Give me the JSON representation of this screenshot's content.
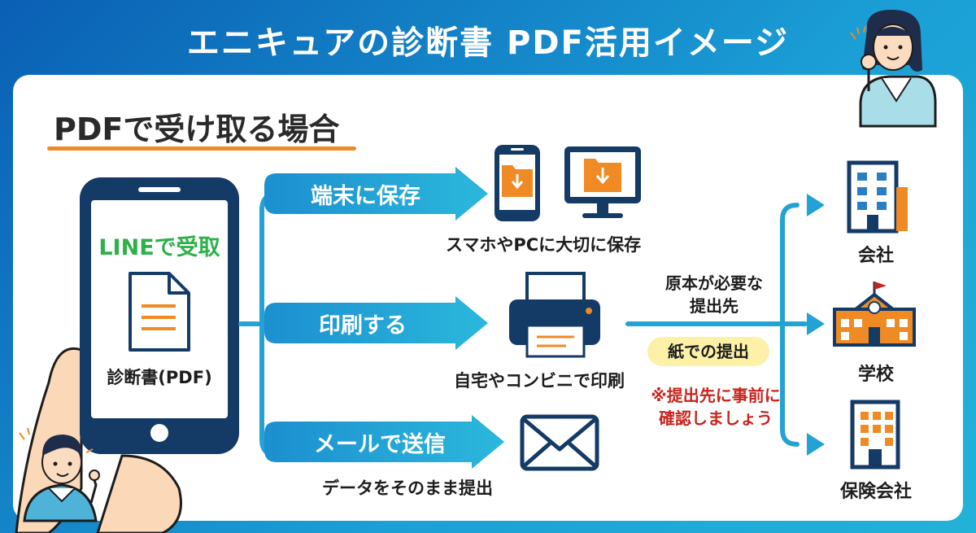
{
  "title": "エニキュアの診断書 PDF活用イメージ",
  "section_title": "PDFで受け取る場合",
  "phone": {
    "line_label": "LINEで受取",
    "doc_label": "診断書(PDF)"
  },
  "branches": [
    {
      "label": "端末に保存",
      "caption": "スマホやPCに大切に保存"
    },
    {
      "label": "印刷する",
      "caption": "自宅やコンビニで印刷"
    },
    {
      "label": "メールで送信",
      "caption": "データをそのまま提出"
    }
  ],
  "middle_note": {
    "line1": "原本が必要な",
    "line2": "提出先"
  },
  "paper_pill": "紙での提出",
  "warning": {
    "line1": "※提出先に事前に",
    "line2": "確認しましょう"
  },
  "destinations": [
    {
      "label": "会社"
    },
    {
      "label": "学校"
    },
    {
      "label": "保険会社"
    }
  ],
  "colors": {
    "title_bg_start": "#0a5fb4",
    "title_bg_end": "#22b3d8",
    "accent_orange": "#f08a24",
    "navy": "#143a66",
    "line_green": "#2db14a",
    "arrow_teal": "#23a3d3",
    "warning_red": "#c8241d",
    "pill_yellow": "#fdf1a8"
  }
}
